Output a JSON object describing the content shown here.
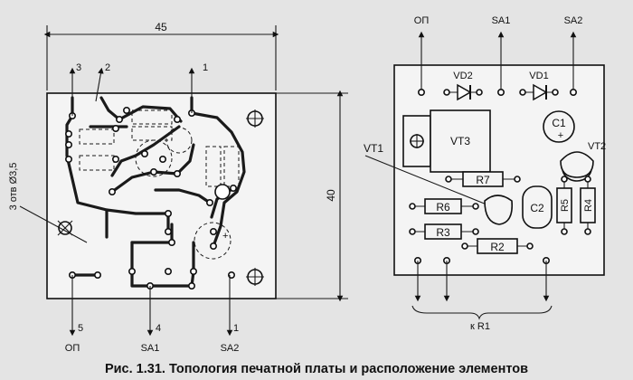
{
  "pcb": {
    "width_label": "45",
    "height_label": "40",
    "hole_label": "3 отв Ø3,5",
    "pin_top_3": "3",
    "pin_top_2": "2",
    "pin_top_1": "1",
    "pin_bottom_5": "5",
    "pin_bottom_4": "4",
    "pin_bottom_1": "1",
    "bottom_labels": [
      "ОП",
      "SA1",
      "SA2"
    ]
  },
  "layout": {
    "top_labels": [
      "ОП",
      "SA1",
      "SA2"
    ],
    "components": {
      "vd2": "VD2",
      "vd1": "VD1",
      "vt3": "VT3",
      "c1": "C1",
      "c1_plus": "+",
      "vt2": "VT2",
      "vt1": "VT1",
      "r7": "R7",
      "r6": "R6",
      "r3": "R3",
      "r2": "R2",
      "c2": "C2",
      "r5": "R5",
      "r4": "R4"
    },
    "bottom_label": "к R1"
  },
  "caption": "Рис. 1.31. Топология печатной платы и расположение элементов"
}
